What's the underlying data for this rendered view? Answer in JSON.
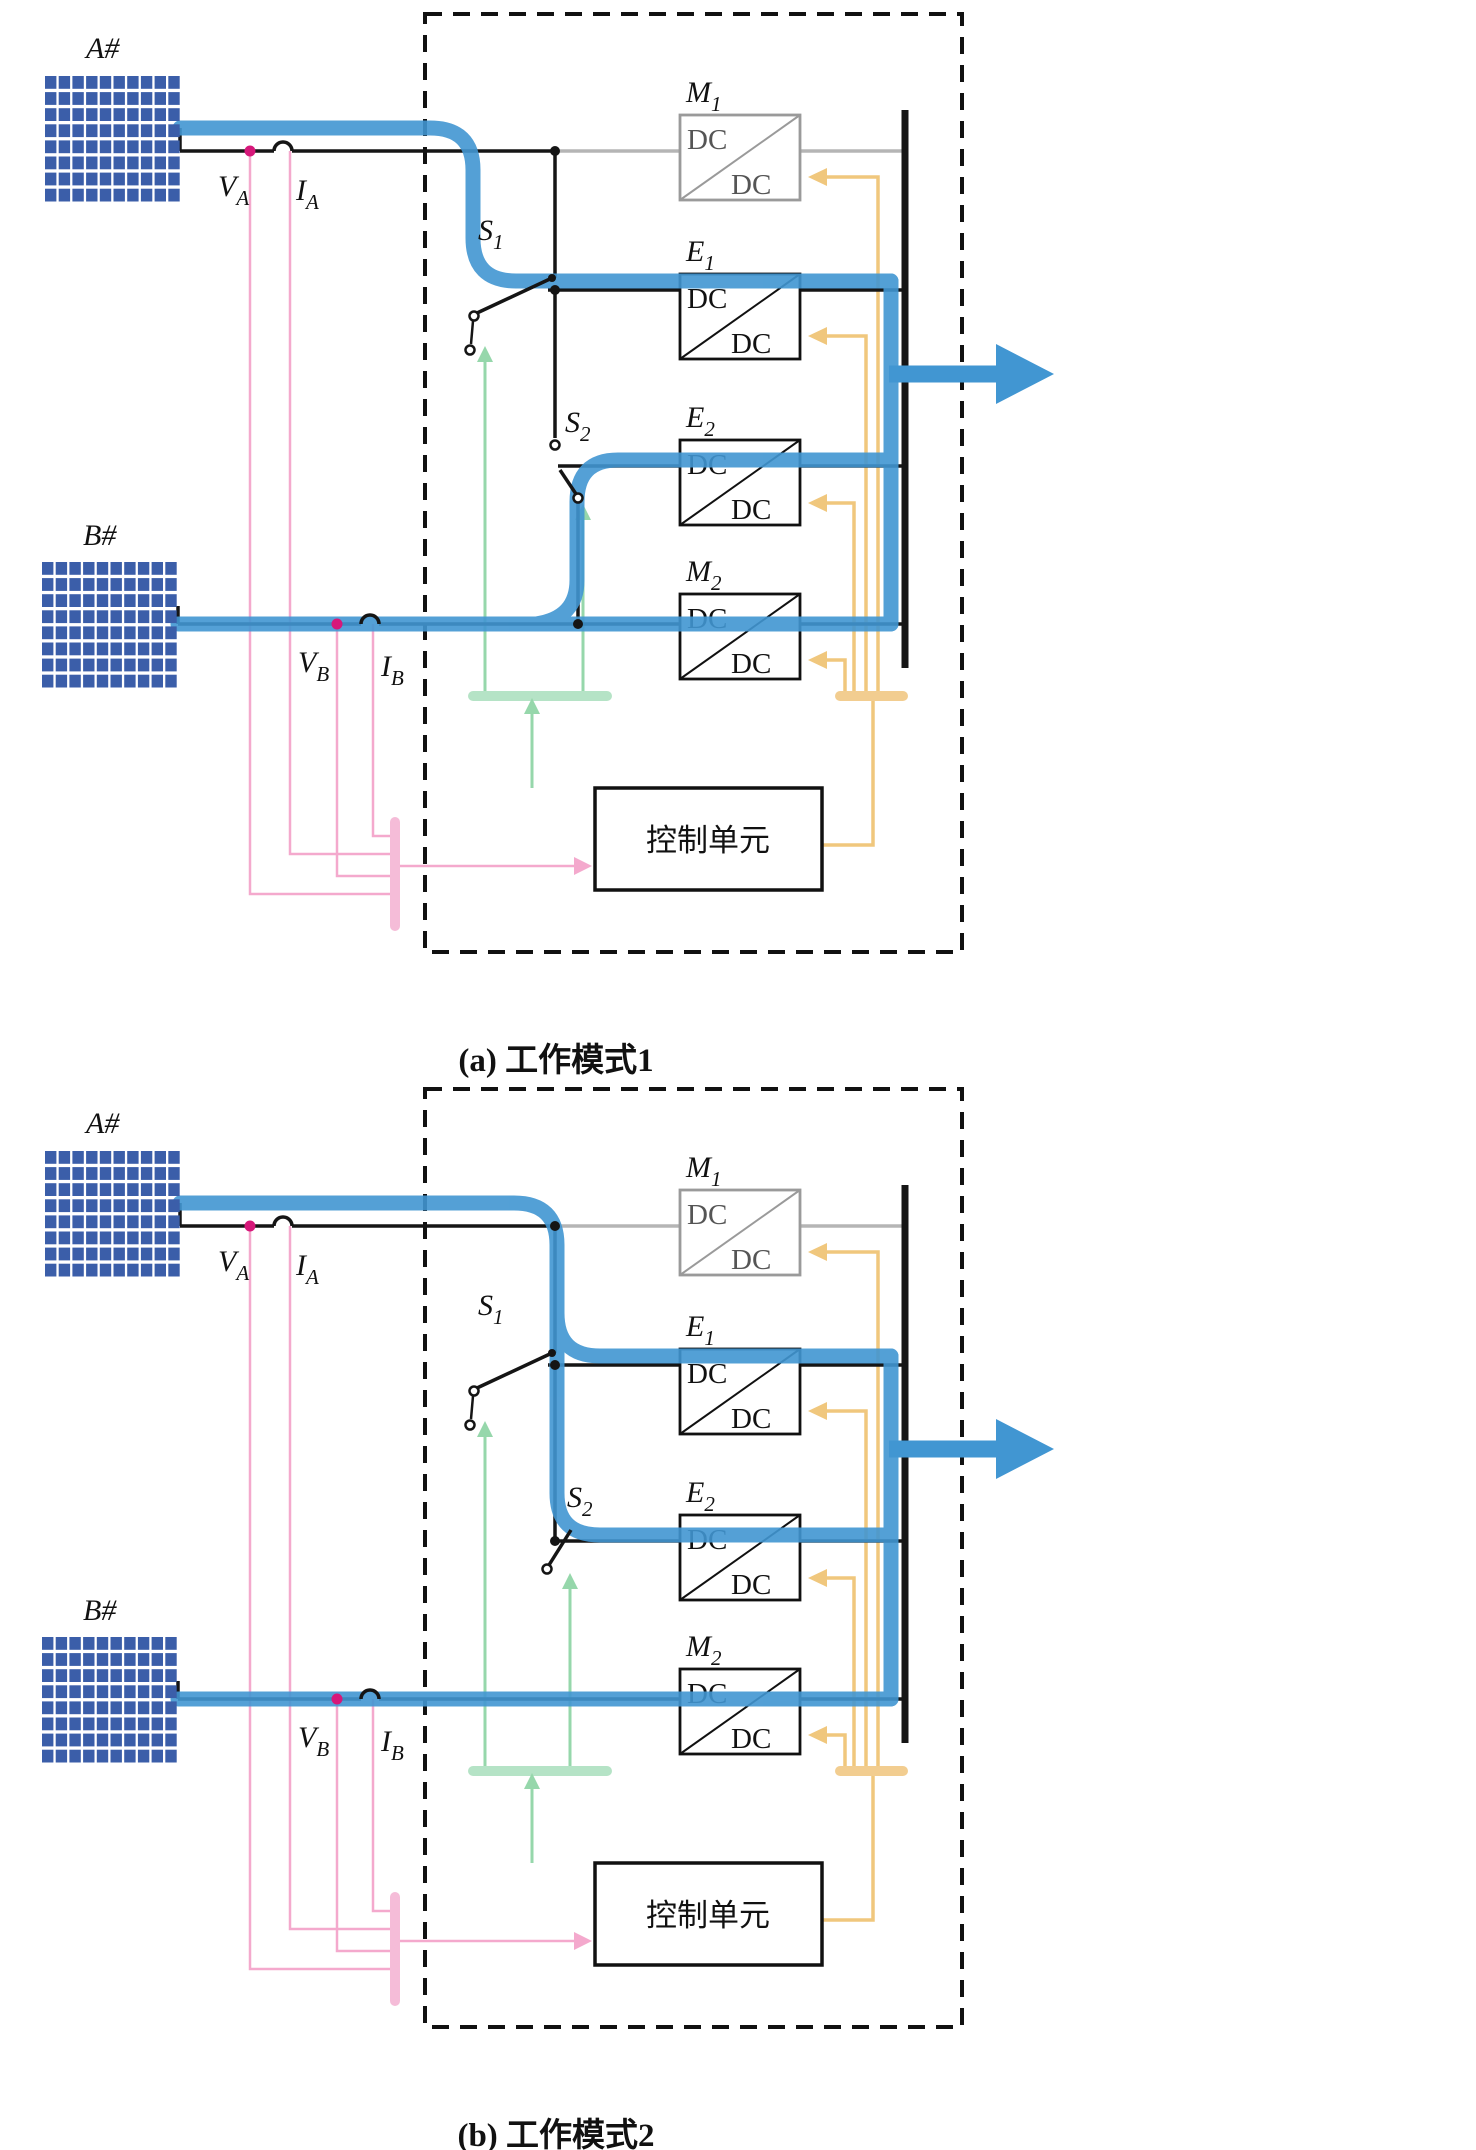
{
  "figure": {
    "panels": [
      {
        "id": "a",
        "caption": "(a) 工作模式1",
        "mode": 1
      },
      {
        "id": "b",
        "caption": "(b) 工作模式2",
        "mode": 2
      }
    ],
    "labels": {
      "pv_a": "A#",
      "pv_b": "B#",
      "v_a": {
        "base": "V",
        "sub": "A"
      },
      "i_a": {
        "base": "I",
        "sub": "A"
      },
      "v_b": {
        "base": "V",
        "sub": "B"
      },
      "i_b": {
        "base": "I",
        "sub": "B"
      },
      "s1": {
        "base": "S",
        "sub": "1"
      },
      "s2": {
        "base": "S",
        "sub": "2"
      },
      "control_unit": "控制单元",
      "dc": "DC"
    },
    "converters": [
      {
        "key": "M1",
        "base": "M",
        "sub": "1",
        "inactive": true
      },
      {
        "key": "E1",
        "base": "E",
        "sub": "1",
        "inactive": false
      },
      {
        "key": "E2",
        "base": "E",
        "sub": "2",
        "inactive": false
      },
      {
        "key": "M2",
        "base": "M",
        "sub": "2",
        "inactive": false
      }
    ],
    "colors": {
      "flow_blue": "#4196d2",
      "pv_blue": "#3b5ea9",
      "signal_pink": "#f4a9cd",
      "bar_pink": "#f5bcd8",
      "sensor_magenta": "#d6187a",
      "signal_green": "#96d7ab",
      "bar_green": "#b5e3c6",
      "signal_orange": "#f0c77d",
      "bar_orange": "#f2cd90",
      "inactive_gray": "#b5b5b5",
      "wire_black": "#151515"
    }
  }
}
